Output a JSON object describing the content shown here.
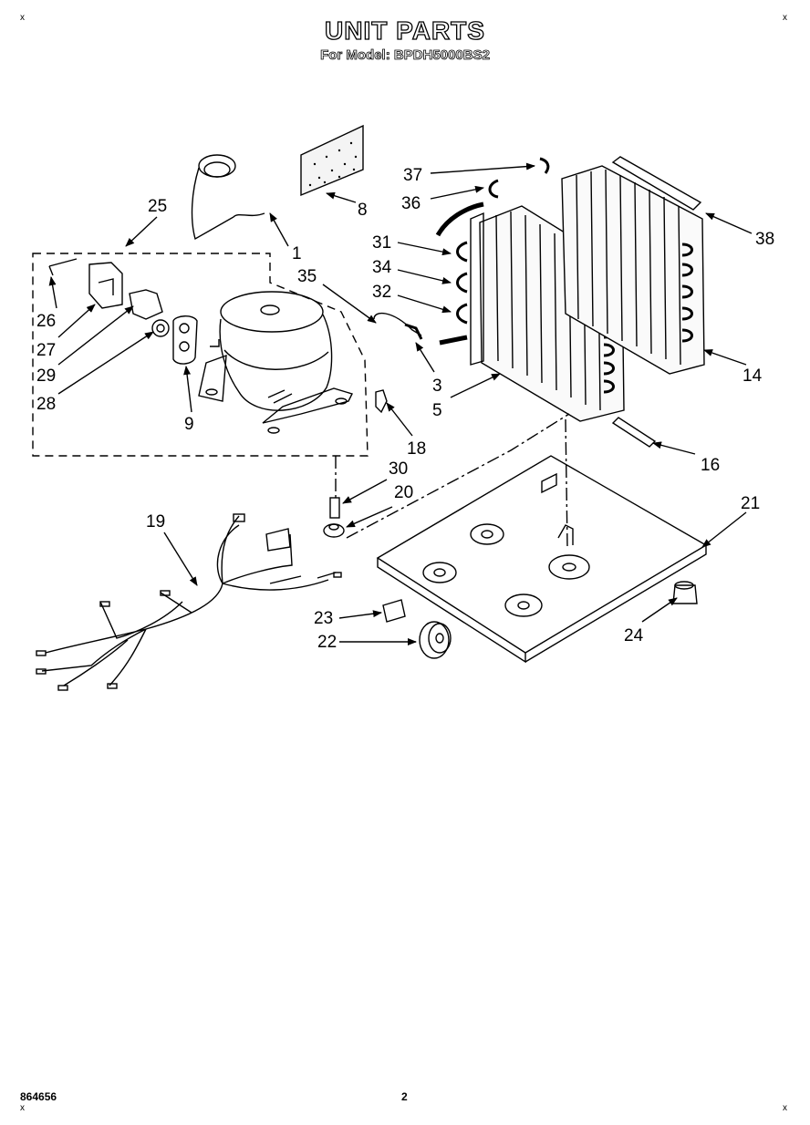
{
  "header": {
    "title": "UNIT PARTS",
    "model_line": "For Model: BPDH5000BS2"
  },
  "footer": {
    "doc_number": "864656",
    "page_number": "2"
  },
  "corner_mark": "x",
  "part_labels": [
    "25",
    "1",
    "8",
    "37",
    "36",
    "38",
    "31",
    "34",
    "32",
    "35",
    "26",
    "27",
    "29",
    "28",
    "9",
    "3",
    "5",
    "14",
    "18",
    "16",
    "30",
    "20",
    "19",
    "21",
    "23",
    "22",
    "24"
  ]
}
